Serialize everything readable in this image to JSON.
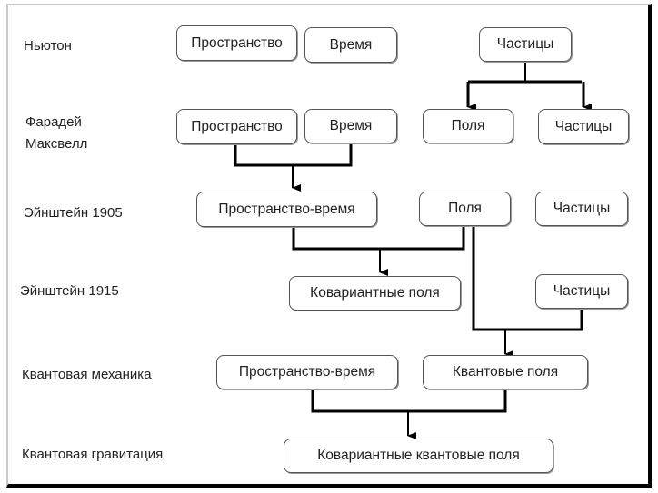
{
  "rows": [
    {
      "id": "newton",
      "label": "Ньютон"
    },
    {
      "id": "faraday",
      "label": "Фарадей\nМаксвелл",
      "lines": [
        "Фарадей",
        "Максвелл"
      ]
    },
    {
      "id": "einstein1905",
      "label": "Эйнштейн 1905"
    },
    {
      "id": "einstein1915",
      "label": "Эйнштейн 1915"
    },
    {
      "id": "qm",
      "label": "Квантовая механика"
    },
    {
      "id": "qg",
      "label": "Квантовая гравитация"
    }
  ],
  "nodes": {
    "newton_space": "Пространство",
    "newton_time": "Время",
    "newton_particles": "Частицы",
    "faraday_space": "Пространство",
    "faraday_time": "Время",
    "faraday_fields": "Поля",
    "faraday_particles": "Частицы",
    "e1905_spacetime": "Пространство-время",
    "e1905_fields": "Поля",
    "e1905_particles": "Частицы",
    "e1915_covfields": "Ковариантные поля",
    "e1915_particles": "Частицы",
    "qm_spacetime": "Пространство-время",
    "qm_qfields": "Квантовые поля",
    "qg_covqfields": "Ковариантные квантовые поля"
  },
  "edges": [
    {
      "from": [
        "newton_particles"
      ],
      "to": "faraday_fields"
    },
    {
      "from": [
        "newton_particles"
      ],
      "to": "faraday_particles"
    },
    {
      "from": [
        "faraday_space",
        "faraday_time"
      ],
      "to": "e1905_spacetime"
    },
    {
      "from": [
        "e1905_spacetime",
        "e1905_fields"
      ],
      "to": "e1915_covfields"
    },
    {
      "from": [
        "e1905_fields",
        "e1915_particles"
      ],
      "to": "qm_qfields"
    },
    {
      "from": [
        "qm_spacetime",
        "qm_qfields"
      ],
      "to": "qg_covqfields"
    }
  ],
  "colors": {
    "line": "#000000",
    "node_border": "#555555",
    "text": "#222222"
  }
}
